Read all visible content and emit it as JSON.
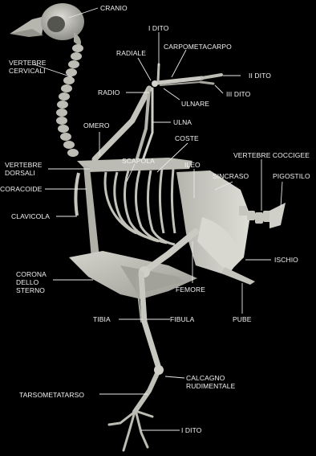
{
  "labels": {
    "cranio": "CRANIO",
    "vertebre_cervicali": "VERTEBRE\nCERVICALI",
    "i_dito_top": "I DITO",
    "radiale": "RADIALE",
    "carpometacarpo": "CARPOMETACARPO",
    "ii_dito": "II DITO",
    "iii_dito": "III DITO",
    "radio": "RADIO",
    "ulnare": "ULNARE",
    "ulna": "ULNA",
    "omero": "OMERO",
    "coste": "COSTE",
    "vertebre_coccigee": "VERTEBRE COCCIGEE",
    "vertebre_dorsali": "VERTEBRE\nDORSALI",
    "scapola": "SCAPOLA",
    "ileo": "ILEO",
    "sincraso": "SINCRASO",
    "pigostilo": "PIGOSTILO",
    "coracoide": "CORACOIDE",
    "clavicola": "CLAVICOLA",
    "ischio": "ISCHIO",
    "corona_dello_sterno": "CORONA\nDELLO\nSTERNO",
    "femore": "FEMORE",
    "tibia": "TIBIA",
    "fibula": "FIBULA",
    "pube": "PUBE",
    "calcagno_rudimentale": "CALCAGNO\nRUDIMENTALE",
    "tarsometatarso": "TARSOMETATARSO",
    "i_dito_bottom": "I DITO"
  },
  "colors": {
    "background": "#000000",
    "bone": "#c9c9c0",
    "bone_shadow": "#8d8d86",
    "label": "#f2f2f2",
    "leader": "#e8e8e8"
  }
}
